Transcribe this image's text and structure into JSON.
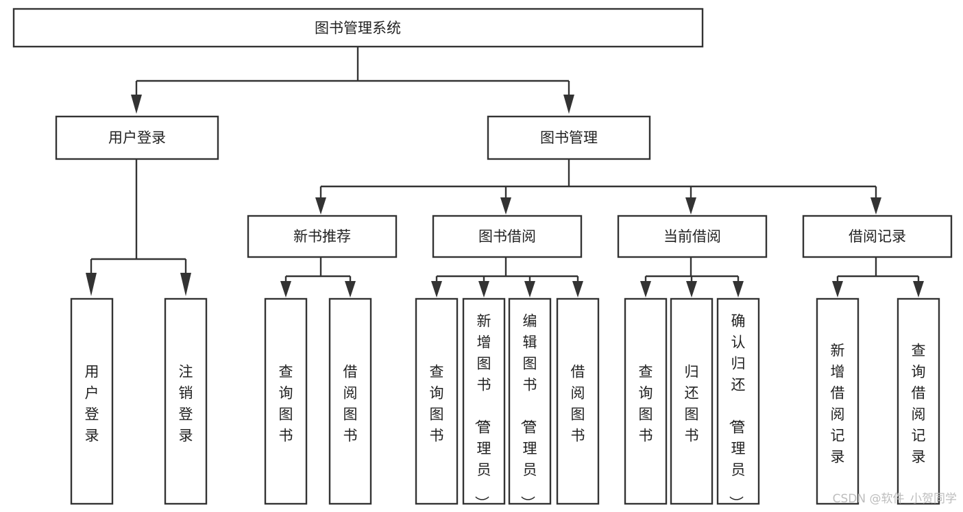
{
  "diagram": {
    "title": "图书管理系统",
    "type": "tree-hierarchy",
    "root": {
      "label": "图书管理系统"
    },
    "level2": [
      {
        "label": "用户登录"
      },
      {
        "label": "图书管理"
      }
    ],
    "level3": [
      {
        "label": "新书推荐"
      },
      {
        "label": "图书借阅"
      },
      {
        "label": "当前借阅"
      },
      {
        "label": "借阅记录"
      }
    ],
    "leaves": {
      "user_login": [
        {
          "label": "用户登录"
        },
        {
          "label": "注销登录"
        }
      ],
      "new_book_recommend": [
        {
          "label": "查询图书"
        },
        {
          "label": "借阅图书"
        }
      ],
      "book_borrow": [
        {
          "label": "查询图书"
        },
        {
          "label": "新增图书（管理员）"
        },
        {
          "label": "编辑图书（管理员）"
        },
        {
          "label": "借阅图书"
        }
      ],
      "current_borrow": [
        {
          "label": "查询图书"
        },
        {
          "label": "归还图书"
        },
        {
          "label": "确认归还（管理员）"
        }
      ],
      "borrow_record": [
        {
          "label": "新增借阅记录"
        },
        {
          "label": "查询借阅记录"
        }
      ]
    }
  },
  "watermark": {
    "text": "CSDN @软件_小贺同学"
  },
  "colors": {
    "stroke": "#333333",
    "fill": "#ffffff",
    "text": "#222222",
    "watermark": "#bdbdbd"
  }
}
